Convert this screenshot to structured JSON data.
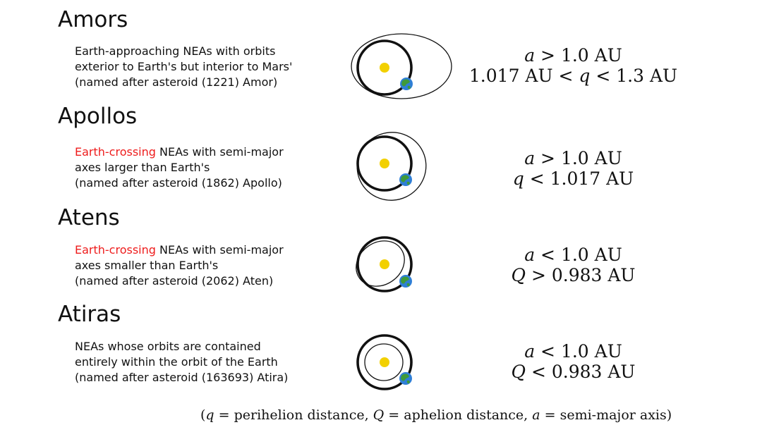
{
  "groups": [
    {
      "title": "Amors",
      "description": [
        {
          "highlight": "",
          "text": "Earth-approaching NEAs with orbits"
        },
        {
          "highlight": "",
          "text": "exterior to Earth's but interior to Mars'"
        },
        {
          "highlight": "",
          "text": "(named after asteroid (1221) Amor)"
        }
      ],
      "formula_lines": [
        [
          {
            "t": "a",
            "i": true
          },
          {
            "t": " > 1.0 AU",
            "i": false
          }
        ],
        [
          {
            "t": "1.017 AU < ",
            "i": false
          },
          {
            "t": "q",
            "i": true
          },
          {
            "t": " < 1.3 AU",
            "i": false
          }
        ]
      ]
    },
    {
      "title": "Apollos",
      "description": [
        {
          "highlight": "Earth-crossing",
          "text": " NEAs with semi-major"
        },
        {
          "highlight": "",
          "text": "axes larger than Earth's"
        },
        {
          "highlight": "",
          "text": "(named after asteroid (1862) Apollo)"
        }
      ],
      "formula_lines": [
        [
          {
            "t": "a",
            "i": true
          },
          {
            "t": " > 1.0 AU",
            "i": false
          }
        ],
        [
          {
            "t": "q",
            "i": true
          },
          {
            "t": " < 1.017 AU",
            "i": false
          }
        ]
      ]
    },
    {
      "title": "Atens",
      "description": [
        {
          "highlight": "Earth-crossing",
          "text": " NEAs with semi-major"
        },
        {
          "highlight": "",
          "text": "axes smaller than Earth's"
        },
        {
          "highlight": "",
          "text": "(named after asteroid (2062) Aten)"
        }
      ],
      "formula_lines": [
        [
          {
            "t": "a",
            "i": true
          },
          {
            "t": " < 1.0 AU",
            "i": false
          }
        ],
        [
          {
            "t": "Q",
            "i": true
          },
          {
            "t": " > 0.983 AU",
            "i": false
          }
        ]
      ]
    },
    {
      "title": "Atiras",
      "description": [
        {
          "highlight": "",
          "text": "NEAs whose orbits are contained"
        },
        {
          "highlight": "",
          "text": "entirely within the orbit of the Earth"
        },
        {
          "highlight": "",
          "text": "(named after asteroid (163693) Atira)"
        }
      ],
      "formula_lines": [
        [
          {
            "t": "a",
            "i": true
          },
          {
            "t": " < 1.0 AU",
            "i": false
          }
        ],
        [
          {
            "t": "Q",
            "i": true
          },
          {
            "t": " < 0.983 AU",
            "i": false
          }
        ]
      ]
    }
  ],
  "footnote": [
    {
      "t": "(",
      "i": false
    },
    {
      "t": "q",
      "i": true
    },
    {
      "t": " = perihelion distance, ",
      "i": false
    },
    {
      "t": "Q",
      "i": true
    },
    {
      "t": " = aphelion distance, ",
      "i": false
    },
    {
      "t": "a",
      "i": true
    },
    {
      "t": " = semi-major axis)",
      "i": false
    }
  ],
  "colors": {
    "highlight": "#ee1c1c",
    "sun": "#f2d000",
    "earth_ocean": "#2f7fd6",
    "earth_land": "#3f9a3a",
    "text": "#111111"
  },
  "icons": [
    "sun-icon",
    "earth-icon"
  ]
}
